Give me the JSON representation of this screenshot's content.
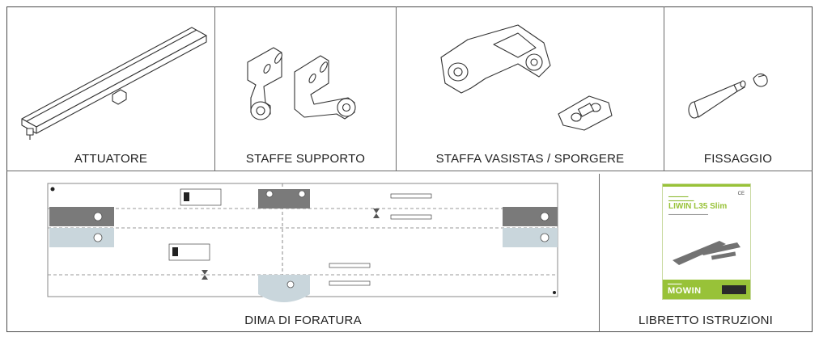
{
  "top_row": [
    {
      "id": "attuatore",
      "label": "ATTUATORE"
    },
    {
      "id": "staffe-supporto",
      "label": "STAFFE SUPPORTO"
    },
    {
      "id": "staffa-vasistas",
      "label": "STAFFA VASISTAS / SPORGERE"
    },
    {
      "id": "fissaggio",
      "label": "FISSAGGIO"
    }
  ],
  "bottom_row": [
    {
      "id": "dima-foratura",
      "label": "DIMA DI FORATURA"
    },
    {
      "id": "libretto",
      "label": "LIBRETTO ISTRUZIONI"
    }
  ],
  "manual_cover": {
    "title": "LIWIN L35 Slim",
    "brand": "MOWIN",
    "ce": "CE"
  },
  "colors": {
    "border": "#4a4a4a",
    "template_dark": "#7a7a7a",
    "template_light": "#c9d6dc",
    "manual_green": "#98c238"
  }
}
